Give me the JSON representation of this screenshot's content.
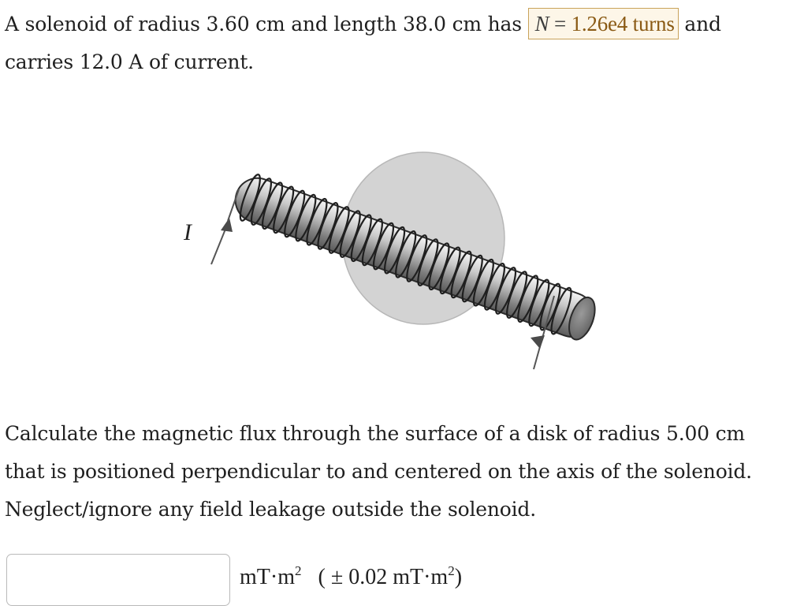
{
  "problem": {
    "intro_line1_pre": "A solenoid of radius 3.60 cm and length 38.0 cm has",
    "n_variable": "N",
    "n_equals": " = ",
    "n_value": "1.26e4 turns",
    "intro_line1_post": "and",
    "intro_line2": "carries 12.0 A of current.",
    "question_line1": "Calculate the magnetic flux through the surface of a disk of radius 5.00 cm",
    "question_line2": "that is positioned perpendicular to and centered on the axis of the solenoid.",
    "question_line3": "Neglect/ignore any field leakage outside the solenoid."
  },
  "figure": {
    "current_label": "I"
  },
  "answer": {
    "value": "",
    "unit_base": "mT·m",
    "unit_exp": "2",
    "tolerance_open": "(",
    "tolerance_pm": "±",
    "tolerance_value": " 0.02 mT·m",
    "tolerance_exp": "2",
    "tolerance_close": ")"
  }
}
